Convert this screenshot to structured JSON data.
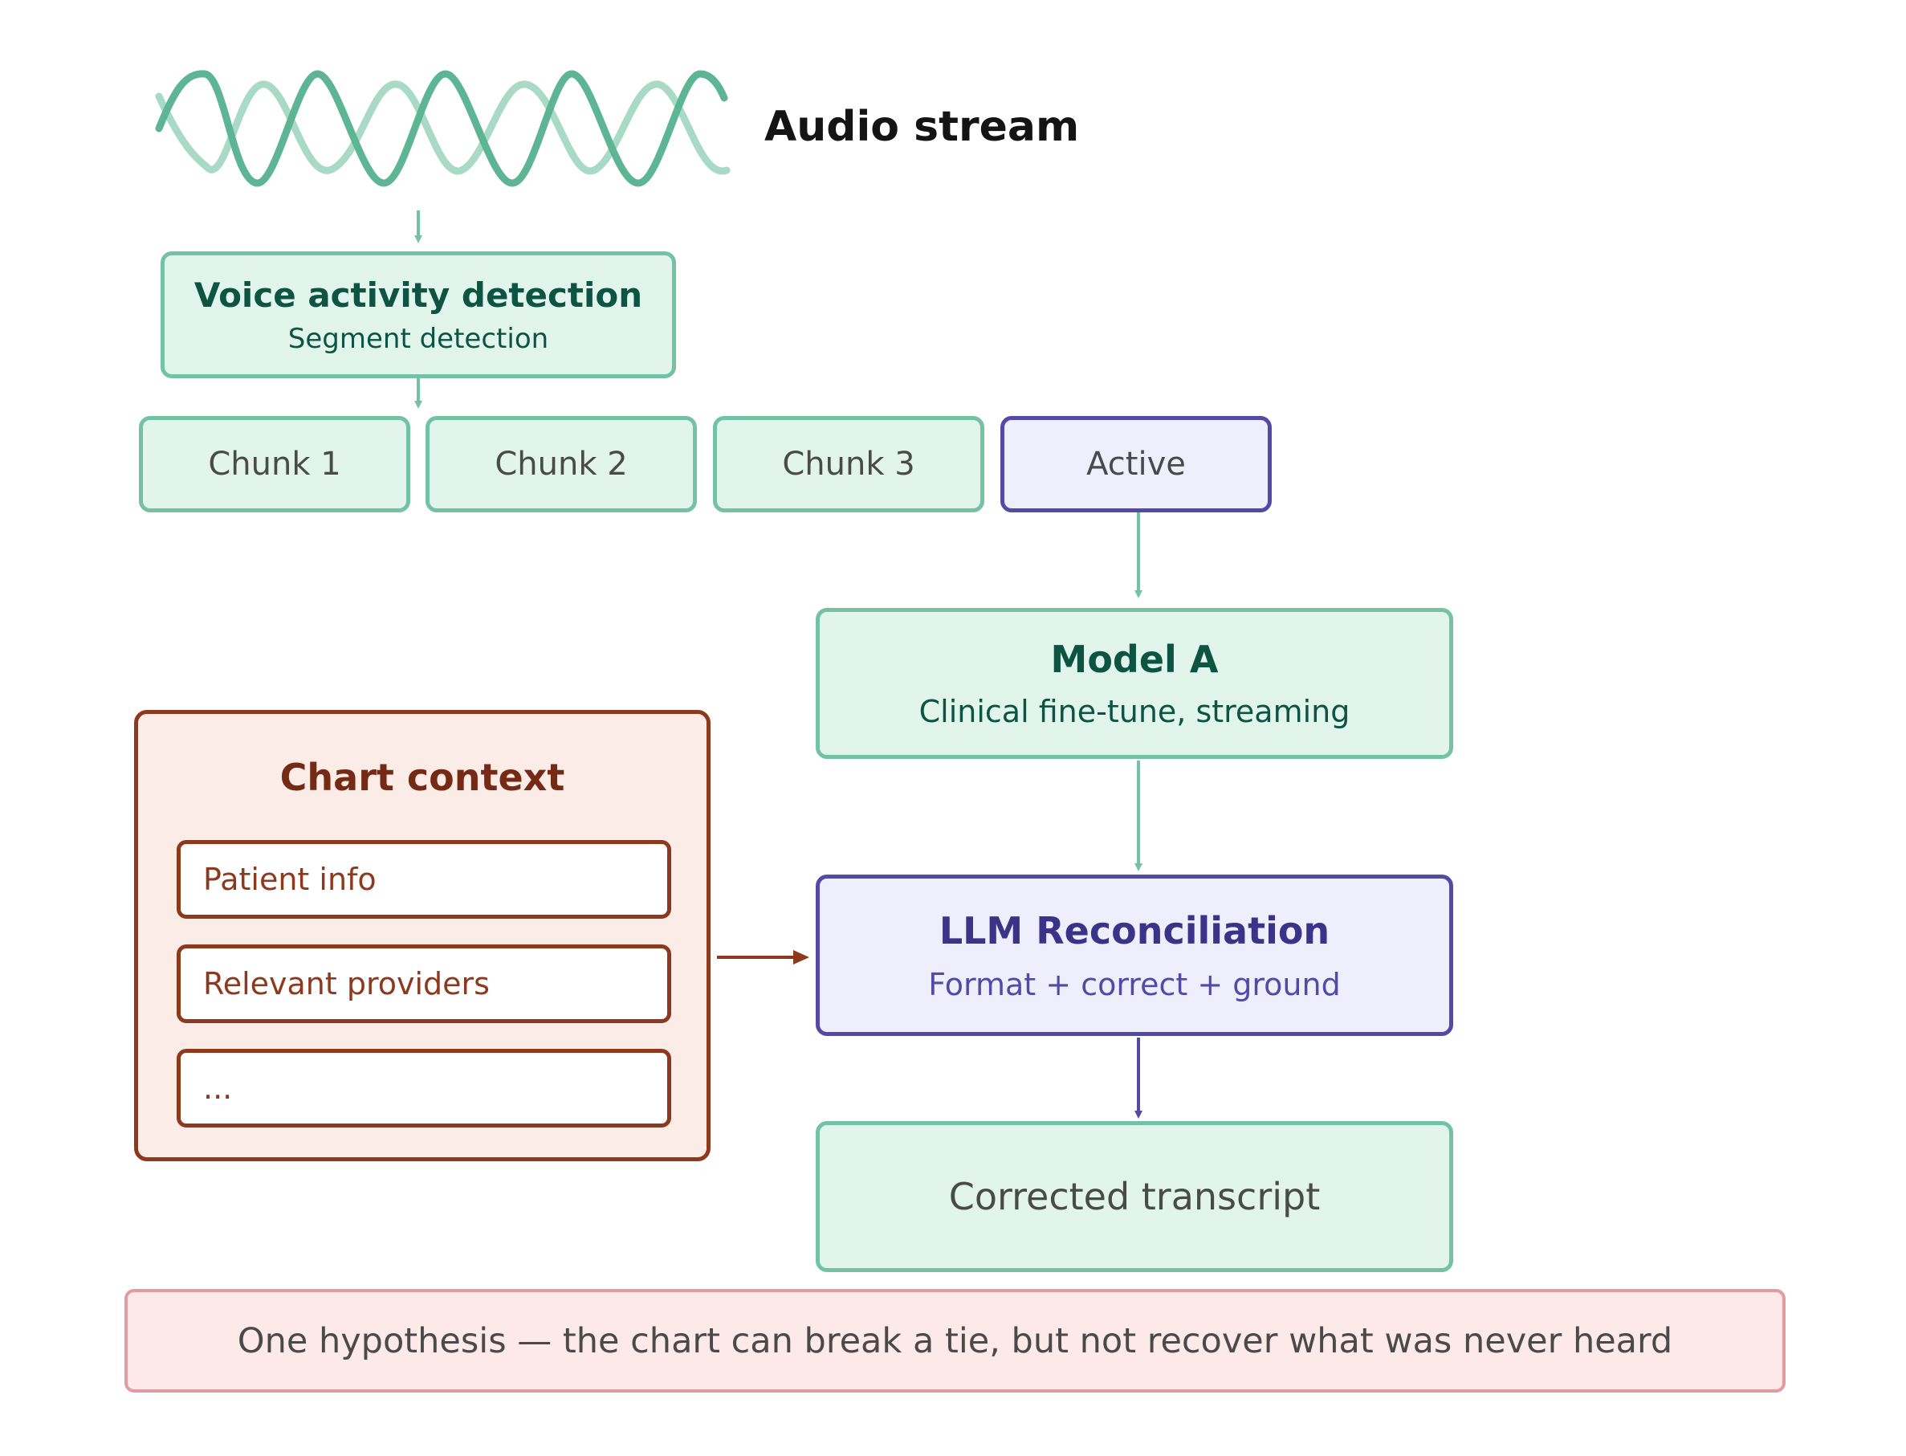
{
  "header": {
    "title": "Audio stream"
  },
  "vad": {
    "title": "Voice activity detection",
    "subtitle": "Segment detection"
  },
  "chunks": [
    "Chunk 1",
    "Chunk 2",
    "Chunk 3",
    "Active"
  ],
  "model_a": {
    "title": "Model A",
    "subtitle": "Clinical fine-tune, streaming"
  },
  "llm": {
    "title": "LLM Reconciliation",
    "subtitle": "Format + correct + ground"
  },
  "output": {
    "label": "Corrected transcript"
  },
  "chart_context": {
    "title": "Chart context",
    "items": [
      "Patient info",
      "Relevant providers",
      "..."
    ]
  },
  "footer": {
    "note": "One hypothesis — the chart can break a tie, but not recover what was never heard"
  },
  "colors": {
    "green_fill": "#e1f5ed",
    "green_stroke": "#74c2a6",
    "green_text": "#0e5442",
    "purple_fill": "#eeeefc",
    "purple_stroke": "#524aa6",
    "purple_text": "#3a3388",
    "brown_fill": "#fbece8",
    "brown_stroke": "#8d391e",
    "pink_fill": "#fce9e8",
    "pink_stroke": "#e29ba0"
  }
}
